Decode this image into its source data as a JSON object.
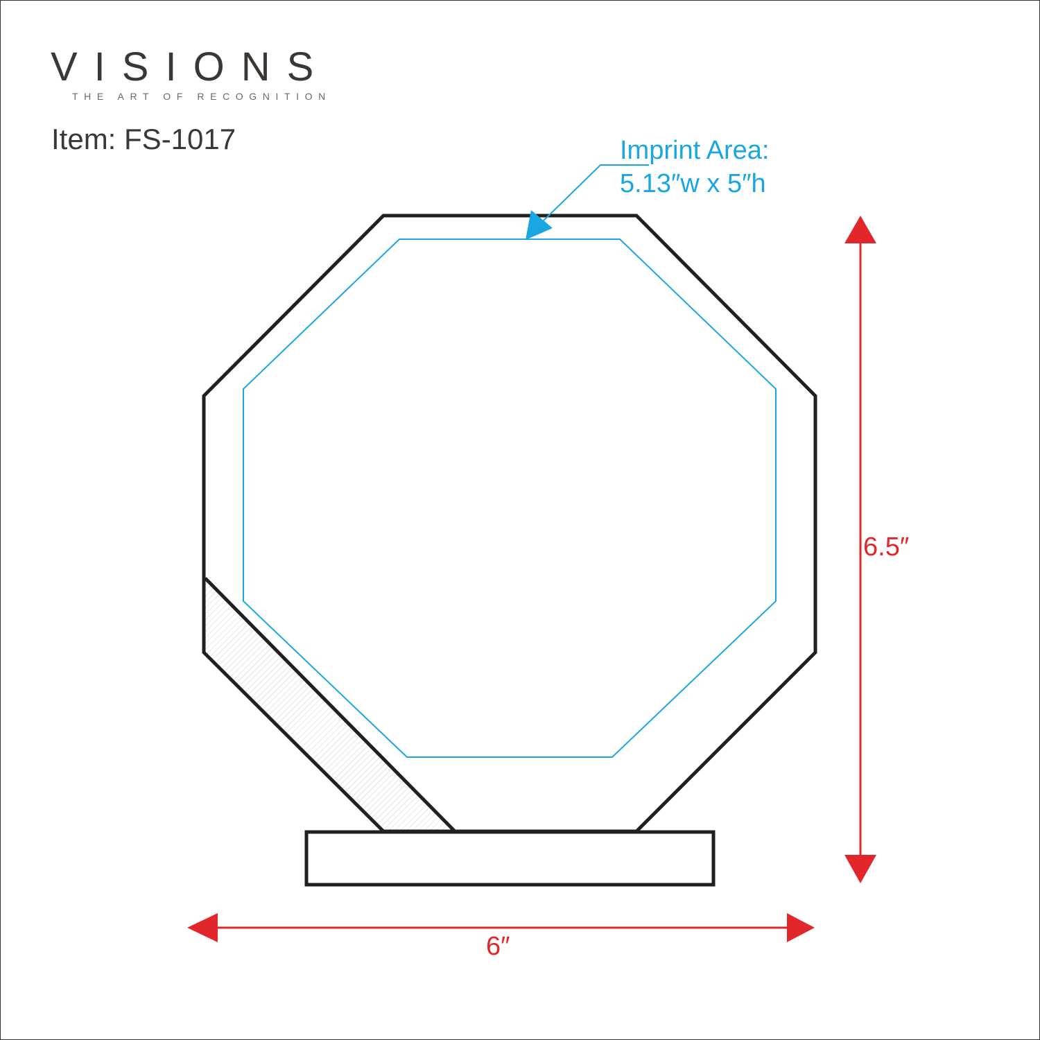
{
  "logo": {
    "name": "VISIONS",
    "tagline": "THE ART OF RECOGNITION"
  },
  "item_label": "Item: FS-1017",
  "imprint": {
    "title": "Imprint Area:",
    "size": "5.13″w x 5″h"
  },
  "dimensions": {
    "height": "6.5″",
    "width": "6″"
  },
  "colors": {
    "outline": "#231f20",
    "imprint": "#1aa6e0",
    "dimension": "#e1262c"
  }
}
